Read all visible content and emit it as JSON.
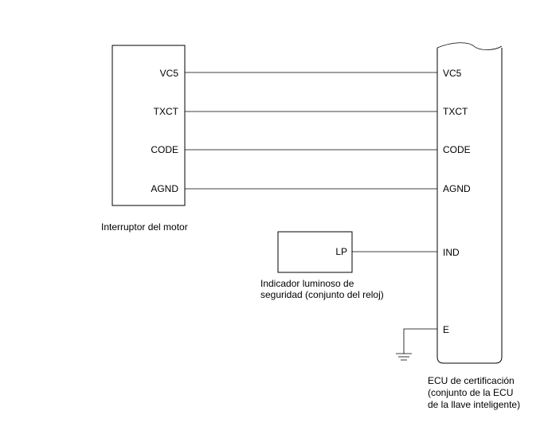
{
  "motor_switch": {
    "caption": "Interruptor del motor",
    "pins": [
      "VC5",
      "TXCT",
      "CODE",
      "AGND"
    ]
  },
  "security_indicator": {
    "caption_line1": "Indicador luminoso de",
    "caption_line2": "seguridad (conjunto del reloj)",
    "pin": "LP"
  },
  "certification_ecu": {
    "caption_line1": "ECU de certificación",
    "caption_line2": "(conjunto de la ECU",
    "caption_line3": "de la llave inteligente)",
    "pins": [
      "VC5",
      "TXCT",
      "CODE",
      "AGND",
      "IND",
      "E"
    ]
  }
}
